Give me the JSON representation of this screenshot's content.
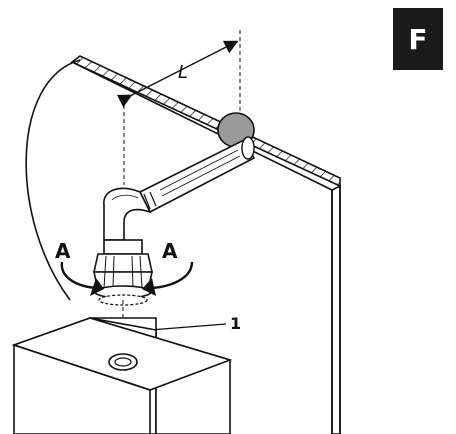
{
  "section_badge": "F",
  "labels": {
    "dimension": "L",
    "arrow_left": "A",
    "arrow_right": "A",
    "callout_number": "1"
  },
  "colors": {
    "ink": "#111111",
    "wall_face": "#ffffff",
    "flange": "#9a9a9a",
    "badge_bg": "#1a1a1a",
    "badge_text": "#ffffff"
  }
}
